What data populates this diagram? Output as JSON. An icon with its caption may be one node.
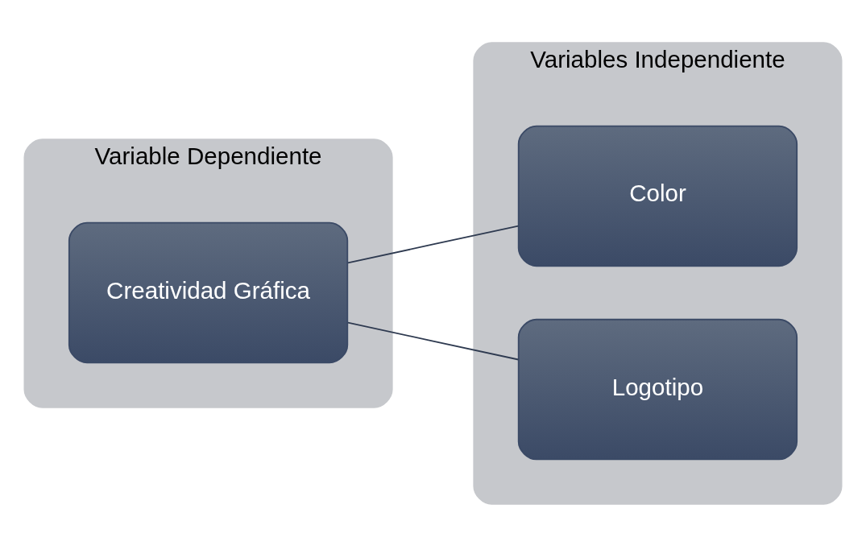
{
  "diagram": {
    "nodes": [
      {
        "text": [
          "Variable Dependiente"
        ]
      },
      {
        "text": [
          "Creatividad Gráfica"
        ],
        "in": 0
      },
      {
        "text": [
          "Variables Independiente"
        ]
      },
      {
        "text": [
          "Color"
        ],
        "in": 2
      },
      {
        "text": [
          "Logotipo"
        ],
        "in": 2
      }
    ],
    "edges": [
      {
        "from": 1,
        "to": 3,
        "arrow": "none"
      },
      {
        "from": 1,
        "to": 4,
        "arrow": "none"
      }
    ]
  }
}
